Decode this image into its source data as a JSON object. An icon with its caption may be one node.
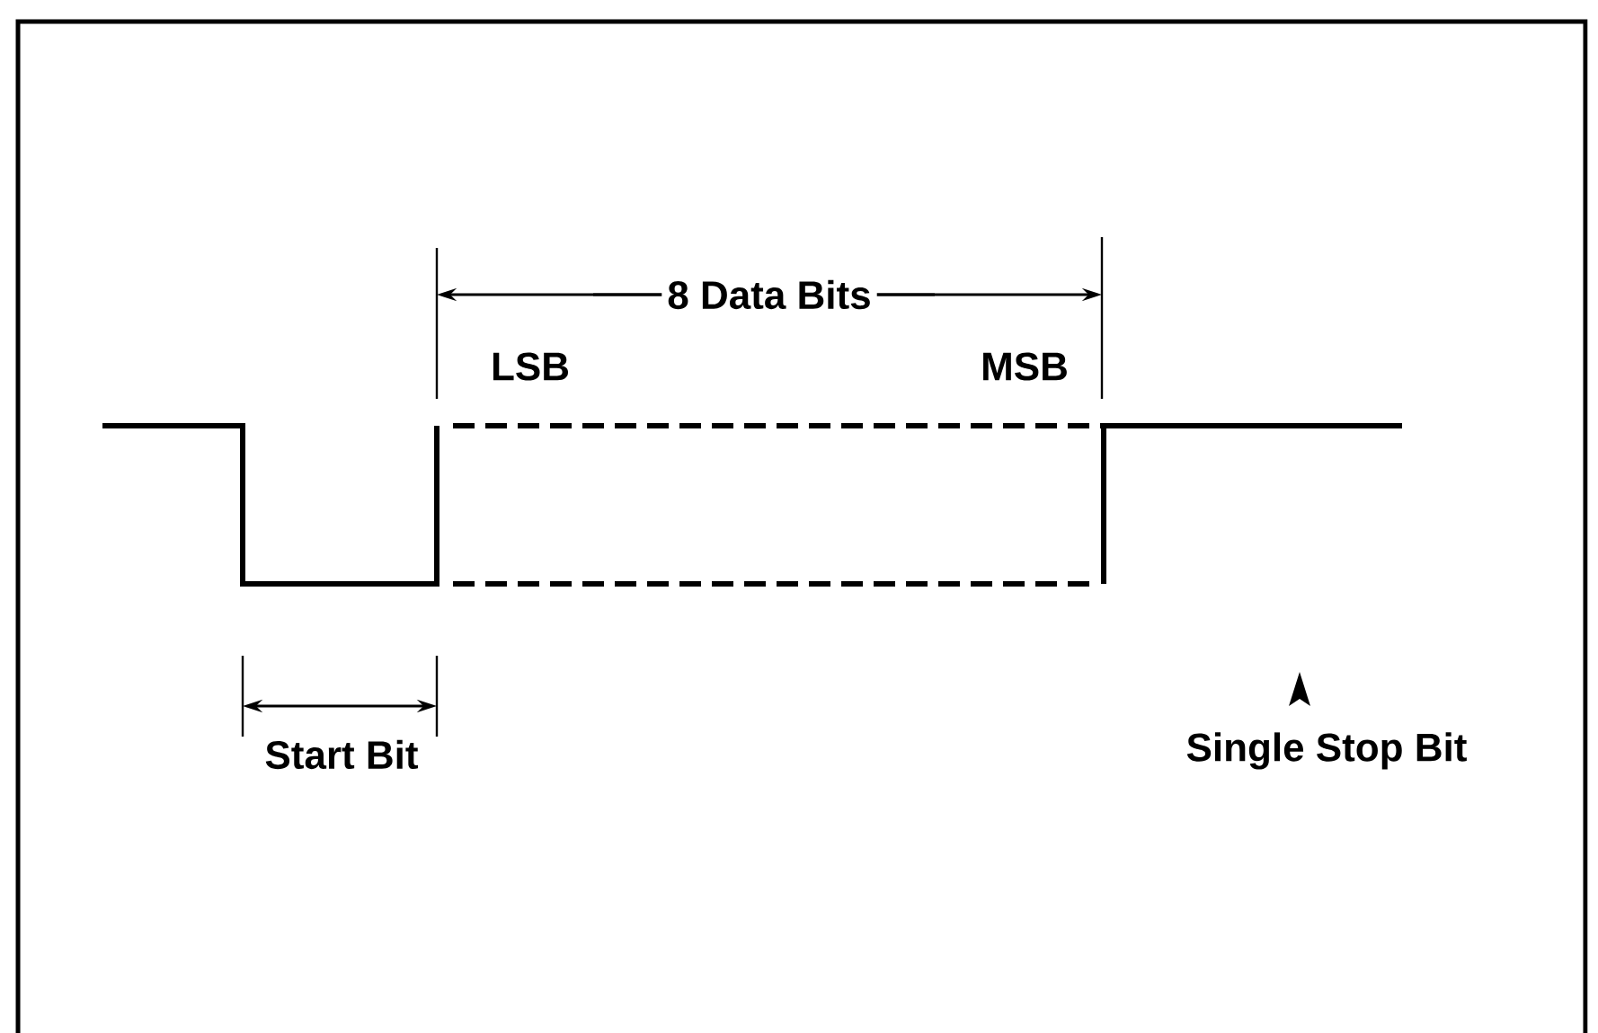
{
  "diagram": {
    "labels": [
      "8 Data Bits",
      "LSB",
      "MSB",
      "Start Bit",
      "Single Stop Bit"
    ]
  }
}
